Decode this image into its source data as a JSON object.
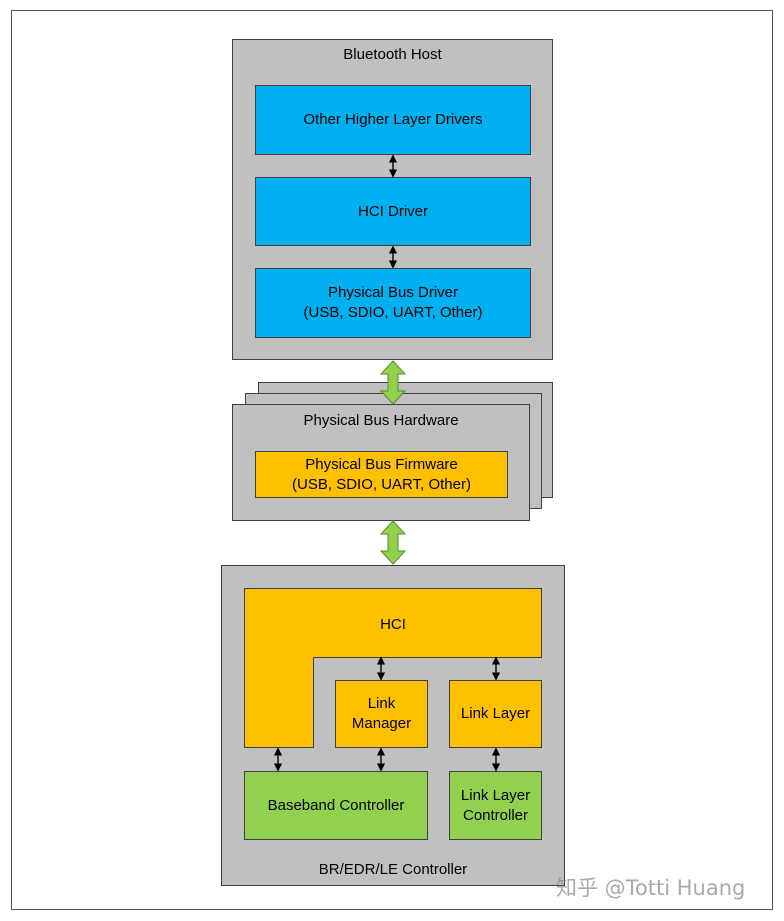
{
  "host": {
    "title": "Bluetooth Host",
    "higher_layer": "Other Higher Layer Drivers",
    "hci_driver": "HCI Driver",
    "bus_driver": "Physical Bus Driver\n(USB, SDIO, UART, Other)"
  },
  "bus_hardware": {
    "title": "Physical Bus Hardware",
    "firmware": "Physical Bus Firmware\n(USB, SDIO, UART, Other)"
  },
  "controller": {
    "title": "BR/EDR/LE Controller",
    "hci": "HCI",
    "link_manager": "Link\nManager",
    "link_layer": "Link Layer",
    "baseband": "Baseband Controller",
    "link_layer_controller": "Link Layer\nController"
  },
  "watermark": "知乎 @Totti Huang",
  "colors": {
    "grey": "#c0c0c0",
    "blue": "#00b0f0",
    "orange": "#ffc000",
    "green": "#92d050"
  }
}
